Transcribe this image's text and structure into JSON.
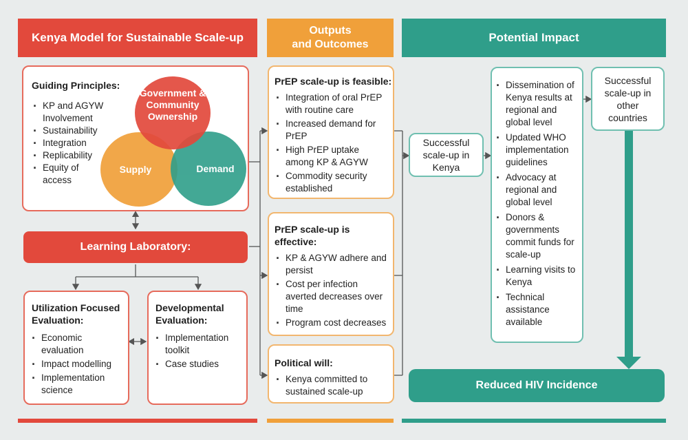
{
  "headers": {
    "model": "Kenya Model for Sustainable Scale-up",
    "outputs": "Outputs\nand Outcomes",
    "impact": "Potential Impact"
  },
  "guiding_principles": {
    "title": "Guiding Principles:",
    "items": [
      "KP and AGYW Involvement",
      "Sustainability",
      "Integration",
      "Replicability",
      "Equity of access"
    ]
  },
  "venn": {
    "top": "Government & Community Ownership",
    "left": "Supply",
    "right": "Demand"
  },
  "learning_lab": "Learning Laboratory:",
  "ufe": {
    "title": "Utilization Focused Evaluation:",
    "items": [
      "Economic evaluation",
      "Impact modelling",
      "Implementation science"
    ]
  },
  "dev_eval": {
    "title": "Developmental Evaluation:",
    "items": [
      "Implementation toolkit",
      "Case studies"
    ]
  },
  "feasible": {
    "title": "PrEP scale-up is feasible:",
    "items": [
      "Integration of  oral PrEP with routine care",
      "Increased demand for PrEP",
      "High PrEP uptake among KP & AGYW",
      "Commodity security established"
    ]
  },
  "effective": {
    "title": "PrEP scale-up is effective:",
    "items": [
      "KP & AGYW adhere and persist",
      "Cost per infection averted decreases over time",
      "Program cost decreases"
    ]
  },
  "political": {
    "title": "Political will:",
    "items": [
      "Kenya committed to sustained scale-up"
    ]
  },
  "kenya_success": "Successful scale-up in Kenya",
  "dissemination": {
    "items": [
      "Dissemination of Kenya results at regional and global level",
      "Updated WHO implementation guidelines",
      "Advocacy at regional and global level",
      "Donors & governments commit funds for scale-up",
      "Learning visits to Kenya",
      "Technical assistance available"
    ]
  },
  "other_success": "Successful scale-up in other countries",
  "reduced": "Reduced HIV Incidence",
  "colors": {
    "red": "#e2493c",
    "orange": "#f0a03a",
    "teal": "#2f9e8a",
    "background": "#e9ecec"
  }
}
